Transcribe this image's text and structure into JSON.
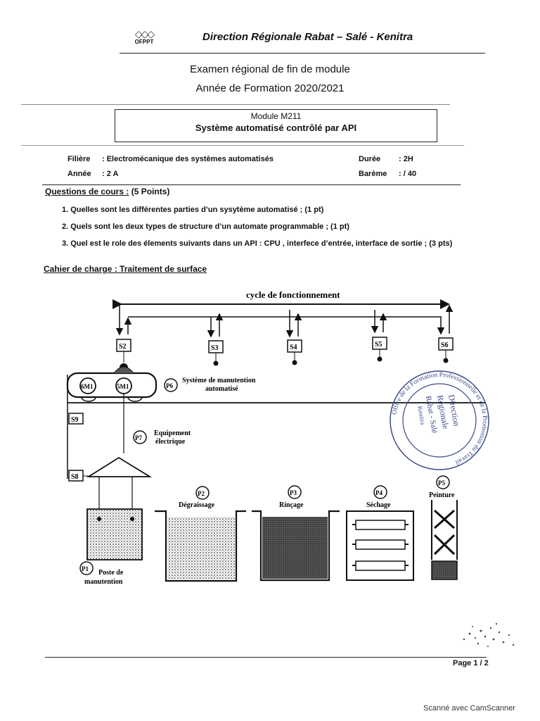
{
  "header": {
    "logo_text": "OFPPT",
    "title": "Direction Régionale Rabat – Salé - Kenitra"
  },
  "exam": {
    "line1": "Examen régional de fin de module",
    "line2": "Année de Formation 2020/2021"
  },
  "module": {
    "code": "Module M211",
    "name": "Système automatisé contrôlé par API"
  },
  "info": {
    "filiere_label": "Filière",
    "filiere_value": ":  Electromécanique des systèmes automatisés",
    "annee_label": "Année",
    "annee_value": ":  2 A",
    "duree_label": "Durée",
    "duree_value": ": 2H",
    "bareme_label": "Barème",
    "bareme_value": ": / 40"
  },
  "questions": {
    "title": "Questions de cours :",
    "points": "(5 Points)",
    "items": [
      "1.   Quelles sont les différentes parties d’un sysytème automatisé ; (1 pt)",
      "2.   Quels sont les deux types de structure d’un automate programmable ; (1 pt)",
      "3.   Quel est le role  des élements suivants dans un API : CPU , interfece d’entrée, interface de sortie ; (3 pts)"
    ]
  },
  "cahier": {
    "title": "Cahier de charge : Traitement de surface"
  },
  "diagram": {
    "cycle": "cycle de fonctionnement",
    "sensors": [
      "S2",
      "S3",
      "S4",
      "S5",
      "S6"
    ],
    "side_sensors": [
      "S9",
      "S8"
    ],
    "motors": [
      "6M1",
      "5M1"
    ],
    "p6_badge": "P6",
    "p6_label_1": "Système de manutention",
    "p6_label_2": "automatisé",
    "p7_badge": "P7",
    "p7_label_1": "Equipement",
    "p7_label_2": "électrique",
    "p1_badge": "P1",
    "p1_label_1": "Poste de",
    "p1_label_2": "manutention",
    "p2_badge": "P2",
    "p2_label": "Dégraissage",
    "p3_badge": "P3",
    "p3_label": "Rinçage",
    "p4_badge": "P4",
    "p4_label": "Séchage",
    "p5_badge": "P5",
    "p5_label": "Peinture"
  },
  "stamp": {
    "ring_text": "Office de la Formation Professionnelle et de la Promotion du Travail",
    "line1": "Direction",
    "line2": "Régionale",
    "line3": "Rabat - Salé",
    "line4": "Kenitra"
  },
  "page": "Page 1 / 2",
  "footer": "Scanné avec CamScanner"
}
